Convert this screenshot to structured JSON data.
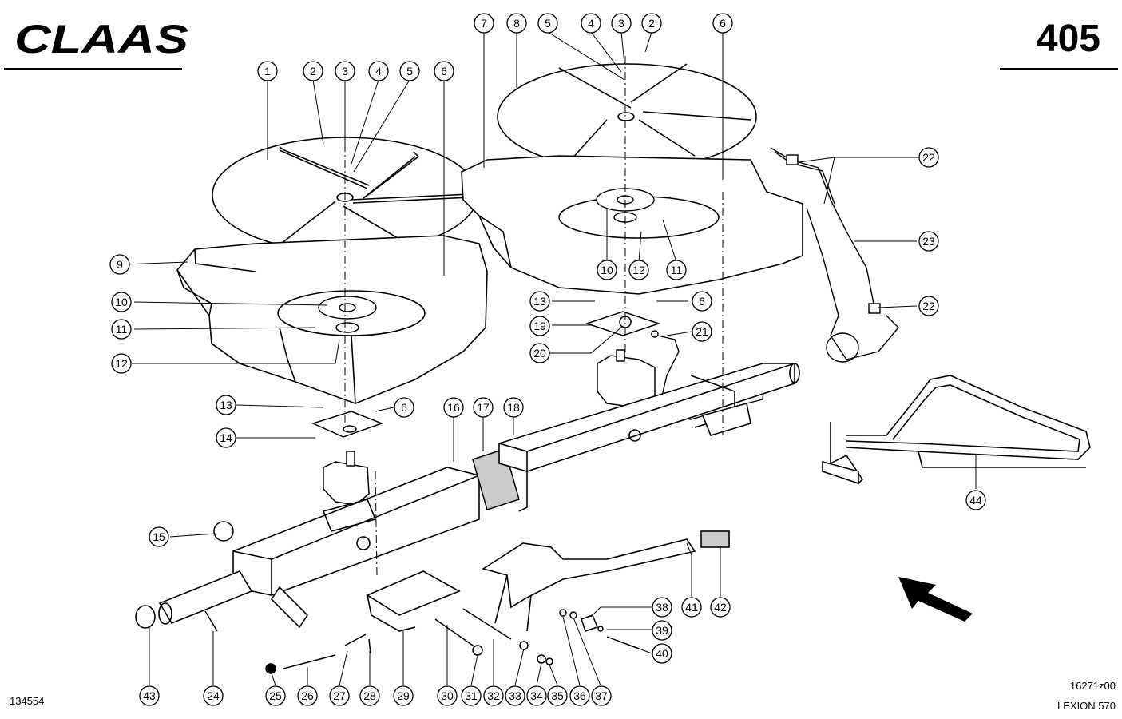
{
  "header": {
    "logo_text": "CLAAS",
    "page_number": "405"
  },
  "footer": {
    "left_code": "134554",
    "drawing_code": "16271z00",
    "model": "LEXION 570"
  },
  "colors": {
    "ink": "#000000",
    "paper": "#ffffff"
  },
  "callouts": [
    {
      "label": "1"
    },
    {
      "label": "2"
    },
    {
      "label": "3"
    },
    {
      "label": "4"
    },
    {
      "label": "5"
    },
    {
      "label": "6"
    },
    {
      "label": "7"
    },
    {
      "label": "8"
    },
    {
      "label": "5"
    },
    {
      "label": "4"
    },
    {
      "label": "3"
    },
    {
      "label": "2"
    },
    {
      "label": "6"
    },
    {
      "label": "22"
    },
    {
      "label": "9"
    },
    {
      "label": "10"
    },
    {
      "label": "11"
    },
    {
      "label": "12"
    },
    {
      "label": "10"
    },
    {
      "label": "12"
    },
    {
      "label": "11"
    },
    {
      "label": "23"
    },
    {
      "label": "13"
    },
    {
      "label": "6"
    },
    {
      "label": "22"
    },
    {
      "label": "19"
    },
    {
      "label": "21"
    },
    {
      "label": "20"
    },
    {
      "label": "13"
    },
    {
      "label": "6"
    },
    {
      "label": "16"
    },
    {
      "label": "17"
    },
    {
      "label": "18"
    },
    {
      "label": "14"
    },
    {
      "label": "15"
    },
    {
      "label": "44"
    },
    {
      "label": "41"
    },
    {
      "label": "42"
    },
    {
      "label": "38"
    },
    {
      "label": "39"
    },
    {
      "label": "40"
    },
    {
      "label": "43"
    },
    {
      "label": "24"
    },
    {
      "label": "25"
    },
    {
      "label": "26"
    },
    {
      "label": "27"
    },
    {
      "label": "28"
    },
    {
      "label": "29"
    },
    {
      "label": "30"
    },
    {
      "label": "31"
    },
    {
      "label": "32"
    },
    {
      "label": "33"
    },
    {
      "label": "34"
    },
    {
      "label": "35"
    },
    {
      "label": "36"
    },
    {
      "label": "37"
    }
  ]
}
